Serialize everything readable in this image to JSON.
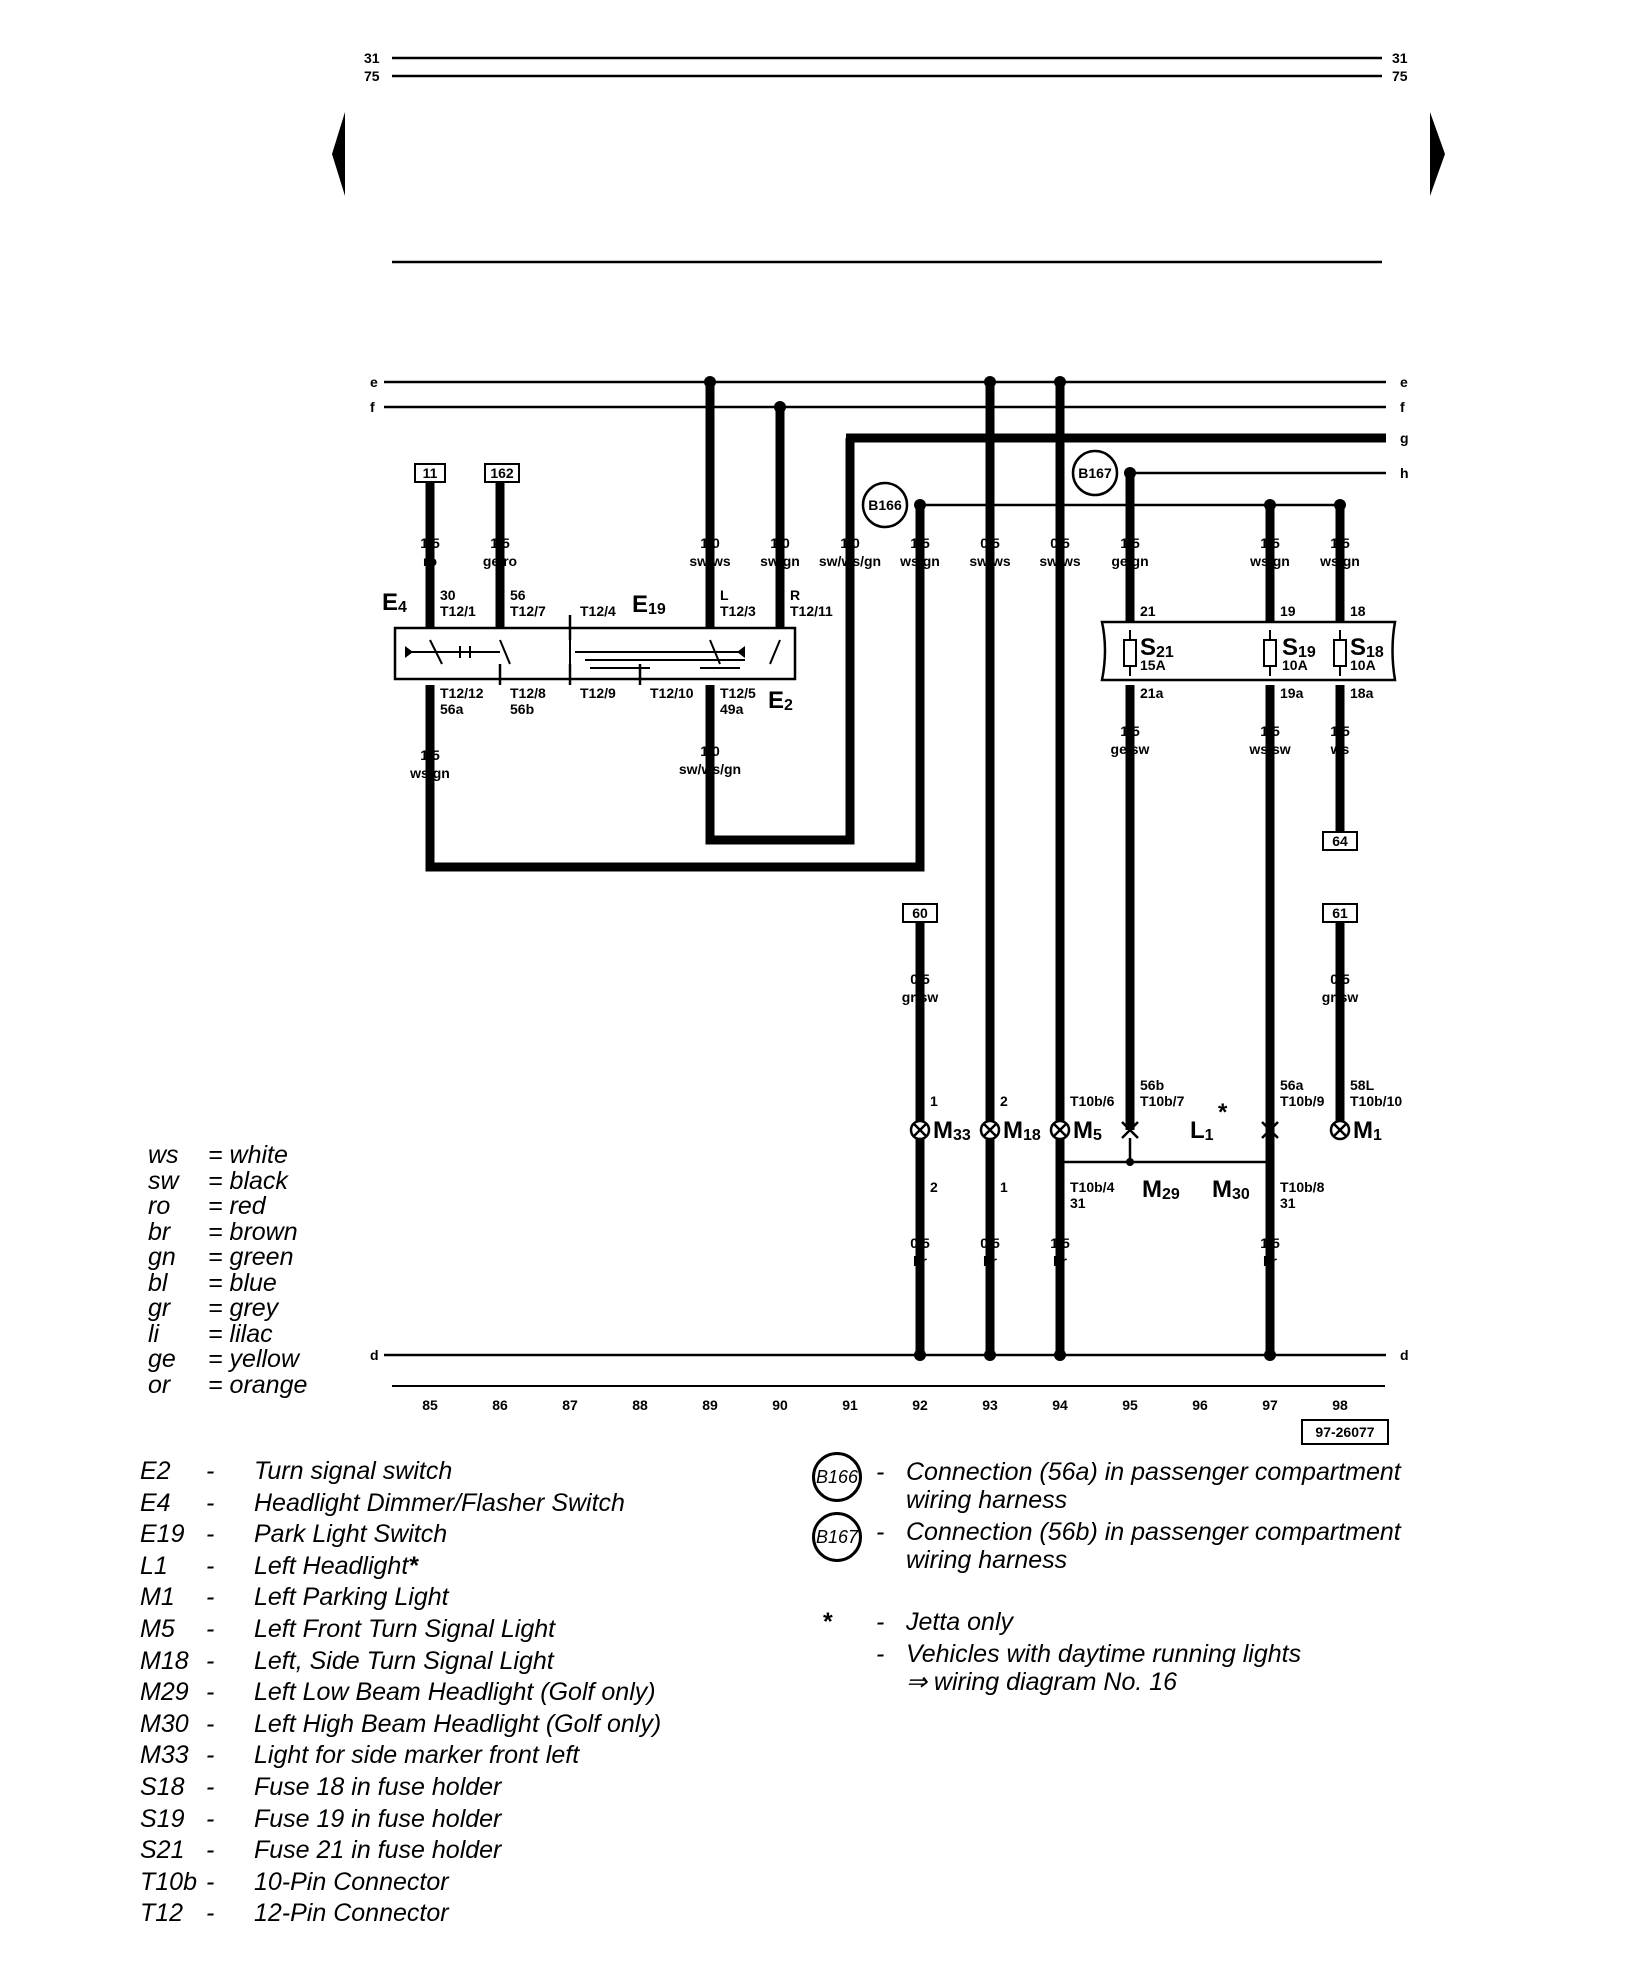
{
  "header": {
    "page_top": "31",
    "page_bottom": "75",
    "doc_number": "97-26077"
  },
  "buses": [
    "e",
    "f",
    "g",
    "h",
    "d"
  ],
  "columns": [
    "85",
    "86",
    "87",
    "88",
    "89",
    "90",
    "91",
    "92",
    "93",
    "94",
    "95",
    "96",
    "97",
    "98"
  ],
  "wire_specs": [
    {
      "size": "1,5",
      "color": "ro"
    },
    {
      "size": "1,5",
      "color": "ge/ro"
    },
    {
      "size": "1,0",
      "color": "sw/ws"
    },
    {
      "size": "1,0",
      "color": "sw/gn"
    },
    {
      "size": "1,0",
      "color": "sw/ws/gn"
    },
    {
      "size": "1,5",
      "color": "ws/gn"
    },
    {
      "size": "0,5",
      "color": "sw/ws"
    },
    {
      "size": "0,5",
      "color": "sw/ws"
    },
    {
      "size": "1,5",
      "color": "ge/gn"
    },
    {
      "size": "1,5",
      "color": "ws/gn"
    },
    {
      "size": "1,5",
      "color": "ws/gn"
    },
    {
      "size": "1,5",
      "color": "ws/gn"
    },
    {
      "size": "1,0",
      "color": "sw/ws/gn"
    },
    {
      "size": "1,5",
      "color": "ge/sw"
    },
    {
      "size": "1,5",
      "color": "ws/sw"
    },
    {
      "size": "1,5",
      "color": "ws"
    },
    {
      "size": "0,5",
      "color": "gr/sw"
    },
    {
      "size": "0,5",
      "color": "gr/sw"
    },
    {
      "size": "0,5",
      "color": "br"
    },
    {
      "size": "0,5",
      "color": "br"
    },
    {
      "size": "1,5",
      "color": "br"
    },
    {
      "size": "1,5",
      "color": "br"
    }
  ],
  "pins": [
    "30",
    "T12/1",
    "56",
    "T12/7",
    "T12/4",
    "L",
    "T12/3",
    "R",
    "T12/11",
    "T12/12",
    "56a",
    "T12/8",
    "56b",
    "T12/9",
    "T12/10",
    "T12/5",
    "49a",
    "21",
    "19",
    "18",
    "21a",
    "19a",
    "18a",
    "1",
    "2",
    "T10b/6",
    "56b",
    "T10b/7",
    "56a",
    "T10b/9",
    "58L",
    "T10b/10",
    "2",
    "1",
    "T10b/4",
    "31",
    "T10b/8",
    "31"
  ],
  "components": {
    "E4": {
      "letter": "E",
      "sub": "4"
    },
    "E19": {
      "letter": "E",
      "sub": "19"
    },
    "E2": {
      "letter": "E",
      "sub": "2"
    },
    "M33": {
      "letter": "M",
      "sub": "33"
    },
    "M18": {
      "letter": "M",
      "sub": "18"
    },
    "M5": {
      "letter": "M",
      "sub": "5"
    },
    "M1": {
      "letter": "M",
      "sub": "1"
    },
    "L1": {
      "letter": "L",
      "sub": "1"
    },
    "M29": {
      "letter": "M",
      "sub": "29"
    },
    "M30": {
      "letter": "M",
      "sub": "30"
    },
    "S21": {
      "letter": "S",
      "sub": "21",
      "rating": "15A"
    },
    "S19": {
      "letter": "S",
      "sub": "19",
      "rating": "10A"
    },
    "S18": {
      "letter": "S",
      "sub": "18",
      "rating": "10A"
    },
    "asterisk": "*"
  },
  "refs": [
    "11",
    "162",
    "64",
    "60",
    "61"
  ],
  "connectors": [
    "B166",
    "B167"
  ],
  "color_legend": [
    {
      "code": "ws",
      "name": "= white"
    },
    {
      "code": "sw",
      "name": "= black"
    },
    {
      "code": "ro",
      "name": "= red"
    },
    {
      "code": "br",
      "name": "= brown"
    },
    {
      "code": "gn",
      "name": "= green"
    },
    {
      "code": "bl",
      "name": "= blue"
    },
    {
      "code": "gr",
      "name": "= grey"
    },
    {
      "code": "li",
      "name": "= lilac"
    },
    {
      "code": "ge",
      "name": "= yellow"
    },
    {
      "code": "or",
      "name": "= orange"
    }
  ],
  "component_legend": [
    {
      "code": "E2",
      "desc": "Turn signal switch"
    },
    {
      "code": "E4",
      "desc": "Headlight Dimmer/Flasher Switch"
    },
    {
      "code": "E19",
      "desc": "Park Light Switch"
    },
    {
      "code": "L1",
      "desc": "Left Headlight",
      "mark": "*"
    },
    {
      "code": "M1",
      "desc": "Left Parking Light"
    },
    {
      "code": "M5",
      "desc": "Left Front Turn Signal Light"
    },
    {
      "code": "M18",
      "desc": "Left, Side Turn Signal Light"
    },
    {
      "code": "M29",
      "desc": "Left Low Beam Headlight (Golf only)"
    },
    {
      "code": "M30",
      "desc": "Left High Beam Headlight (Golf only)"
    },
    {
      "code": "M33",
      "desc": "Light for side marker front left"
    },
    {
      "code": "S18",
      "desc": "Fuse 18 in fuse holder"
    },
    {
      "code": "S19",
      "desc": "Fuse 19 in fuse holder"
    },
    {
      "code": "S21",
      "desc": "Fuse 21 in fuse holder"
    },
    {
      "code": "T10b",
      "desc": "10-Pin Connector"
    },
    {
      "code": "T12",
      "desc": "12-Pin Connector"
    }
  ],
  "connection_legend": [
    {
      "id": "B166",
      "line1": "Connection (56a) in passenger compartment",
      "line2": "wiring harness"
    },
    {
      "id": "B167",
      "line1": "Connection (56b) in passenger compartment",
      "line2": "wiring harness"
    }
  ],
  "notes": [
    {
      "mark": "*",
      "text": "Jetta only"
    },
    {
      "mark": "",
      "text": "Vehicles with daytime running lights",
      "text2": "⇒ wiring diagram No. 16"
    }
  ],
  "dash": "-"
}
